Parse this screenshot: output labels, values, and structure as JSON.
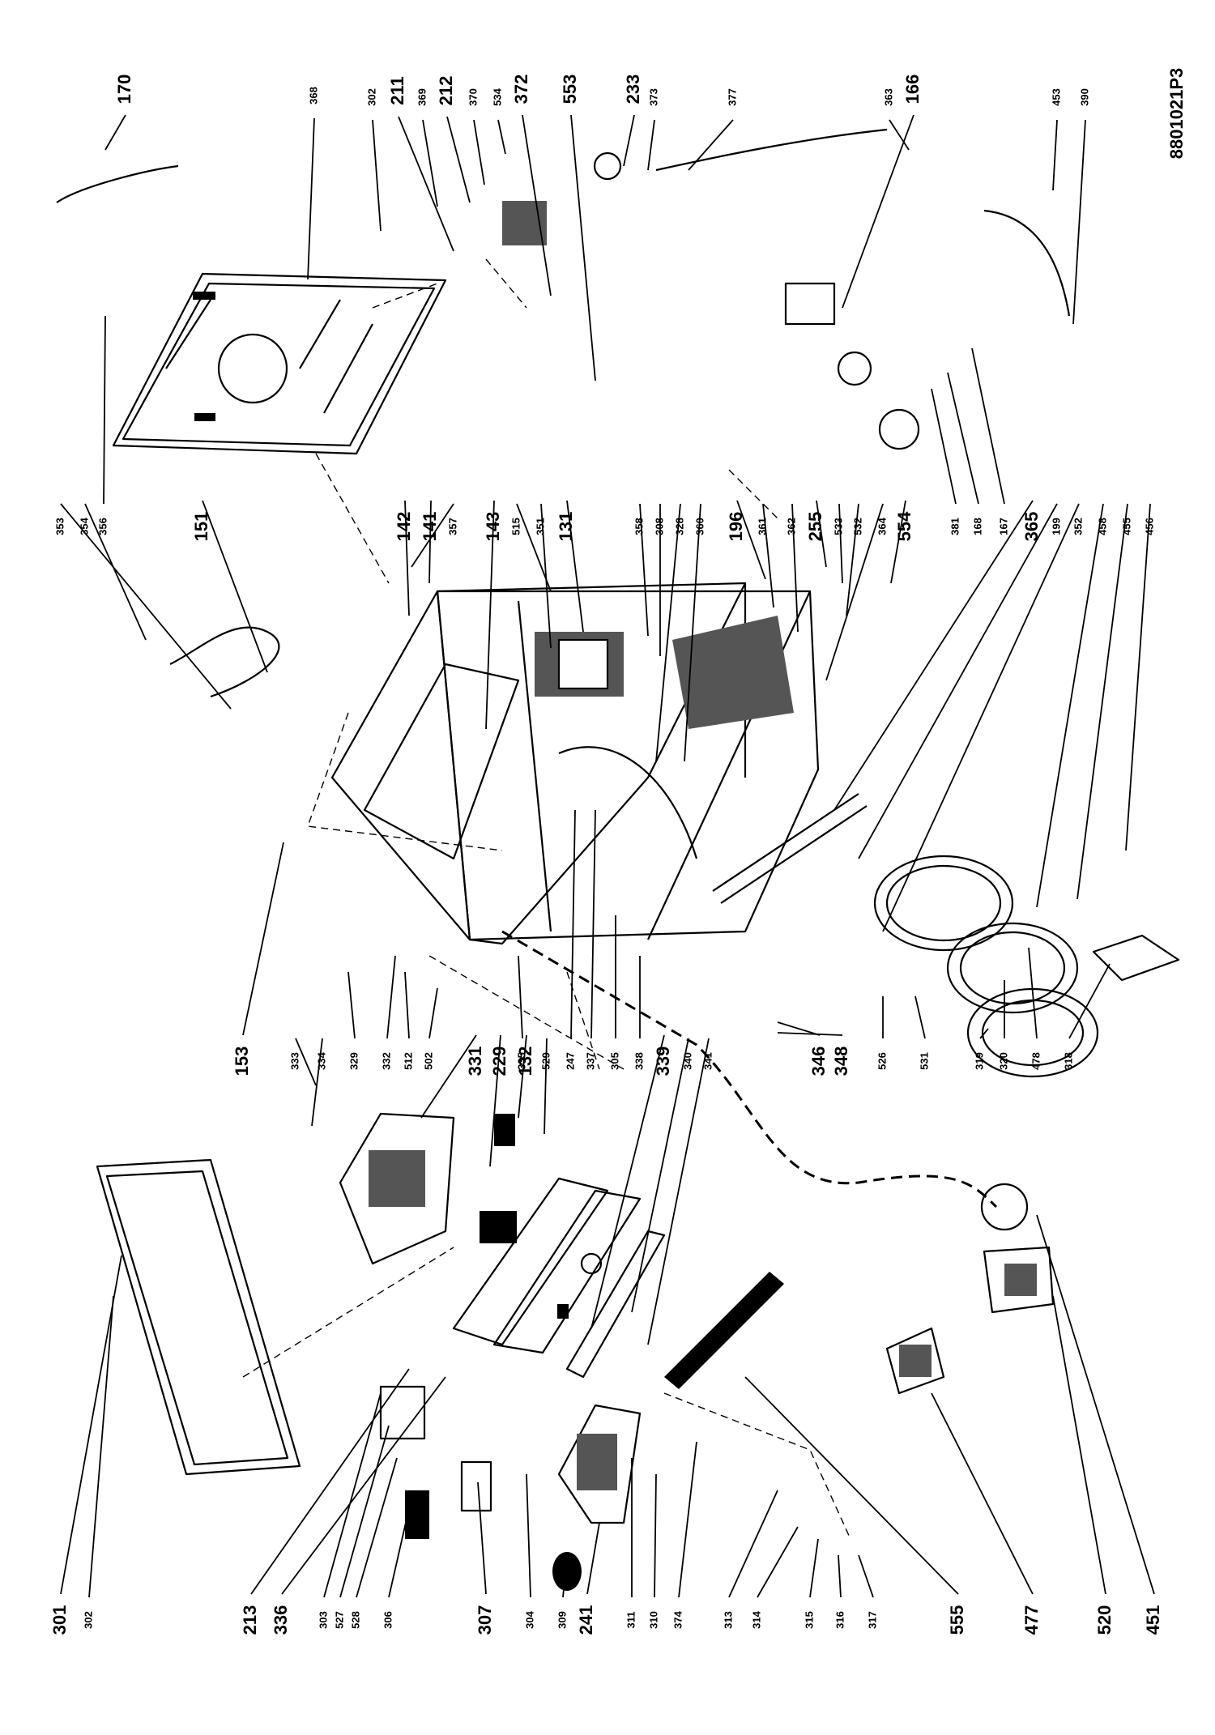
{
  "document_number": "8801021P3",
  "callouts": [
    "170",
    "368",
    "302",
    "211",
    "369",
    "212",
    "370",
    "534",
    "372",
    "553",
    "233",
    "373",
    "377",
    "363",
    "166",
    "453",
    "390",
    "353",
    "354",
    "356",
    "151",
    "142",
    "141",
    "357",
    "143",
    "515",
    "351",
    "131",
    "358",
    "308",
    "328",
    "360",
    "196",
    "361",
    "362",
    "255",
    "533",
    "532",
    "364",
    "554",
    "381",
    "168",
    "167",
    "365",
    "199",
    "352",
    "458",
    "455",
    "456",
    "153",
    "333",
    "334",
    "329",
    "332",
    "512",
    "502",
    "331",
    "229",
    "132",
    "335",
    "529",
    "247",
    "337",
    "305",
    "338",
    "339",
    "340",
    "341",
    "346",
    "348",
    "526",
    "531",
    "319",
    "320",
    "478",
    "318",
    "301",
    "302",
    "213",
    "336",
    "303",
    "527",
    "528",
    "306",
    "307",
    "304",
    "309",
    "241",
    "311",
    "310",
    "374",
    "313",
    "314",
    "315",
    "316",
    "317",
    "555",
    "477",
    "520",
    "451"
  ]
}
